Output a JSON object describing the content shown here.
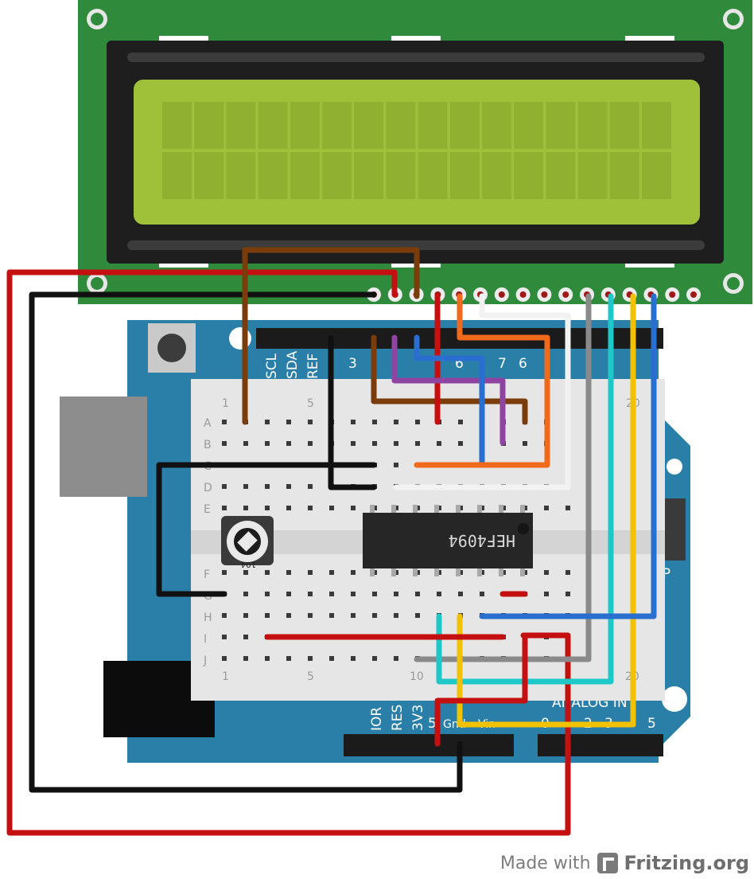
{
  "arduino": {
    "digital_numbers": [
      "3",
      "6",
      "7",
      "6"
    ],
    "digital_labels": [
      "SCL",
      "SDA",
      "REF"
    ],
    "power_labels": [
      "IOR",
      "RES",
      "3V3",
      "5",
      "Gnd",
      "Vin"
    ],
    "analog_label": "ANALOG IN",
    "analog_numbers": [
      "0",
      "2",
      "3",
      "5"
    ],
    "icsp_label": "SP"
  },
  "breadboard": {
    "rows_top": [
      "A",
      "B",
      "C",
      "D",
      "E"
    ],
    "rows_bottom": [
      "F",
      "G",
      "H",
      "I",
      "J"
    ],
    "col_numbers_top": [
      "1",
      "5",
      "20"
    ],
    "col_numbers_bottom": [
      "1",
      "5",
      "10",
      "20"
    ]
  },
  "chip": {
    "label": "HEF4094"
  },
  "potentiometer": {
    "label": "104"
  },
  "footer": {
    "made_with": "Made with",
    "brand": "Fritzing.org"
  },
  "colors": {
    "lcd_pcb": "#2f8a3c",
    "lcd_screen": "#9fc13a",
    "arduino": "#2a7fa8",
    "wire_red": "#c41010",
    "wire_black": "#111111",
    "wire_brown": "#7a3c0a",
    "wire_orange": "#f06a1c",
    "wire_purple": "#8e44a0",
    "wire_blue": "#2a6fd0",
    "wire_white": "#f2f2f2",
    "wire_gray": "#8a8a8a",
    "wire_teal": "#1ec8c8",
    "wire_yellow": "#f2c200"
  }
}
